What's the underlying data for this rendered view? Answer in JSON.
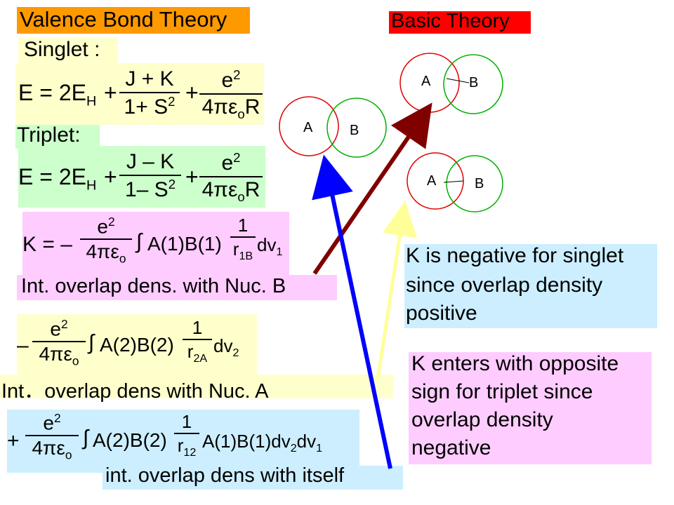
{
  "title": "Valence Bond Theory",
  "basic_theory": "Basic Theory",
  "singlet_label": "Singlet :",
  "triplet_label": "Triplet:",
  "eq_singlet": {
    "lhs": "E = 2E",
    "lhs_sub": "H",
    "plus1": "+",
    "num1": "J + K",
    "den1": "1+ S",
    "den1_sup": "2",
    "plus2": "+",
    "num2": "e",
    "num2_sup": "2",
    "den2": "4πε",
    "den2_sub": "o",
    "den2_tail": "R"
  },
  "eq_triplet": {
    "lhs": "E = 2E",
    "lhs_sub": "H",
    "plus1": "+",
    "num1": "J – K",
    "den1": "1– S",
    "den1_sup": "2",
    "plus2": "+",
    "num2": "e",
    "num2_sup": "2",
    "den2": "4πε",
    "den2_sub": "o",
    "den2_tail": "R"
  },
  "eq_k": {
    "lhs": "K = –",
    "num": "e",
    "num_sup": "2",
    "den": "4πε",
    "den_sub": "o",
    "integral": "∫",
    "body": "A(1)B(1)",
    "num3": "1",
    "den3": "r",
    "den3_sub": "1B",
    "tail": "dv",
    "tail_sub": "1"
  },
  "caption_b": "Int. overlap dens. with Nuc. B",
  "eq_a": {
    "lhs": "–",
    "num": "e",
    "num_sup": "2",
    "den": "4πε",
    "den_sub": "o",
    "integral": "∫",
    "body": "A(2)B(2)",
    "num3": "1",
    "den3": "r",
    "den3_sub": "2A",
    "tail": "dv",
    "tail_sub": "2"
  },
  "caption_a": "Int．overlap dens with Nuc. A",
  "eq_self": {
    "lhs": "+",
    "num": "e",
    "num_sup": "2",
    "den": "4πε",
    "den_sub": "o",
    "integral": "∫",
    "body": "A(2)B(2)",
    "num3": "1",
    "den3": "r",
    "den3_sub": "12",
    "tail": "A(1)B(1)dv",
    "tail_sub1": "2",
    "tail_mid": "dv",
    "tail_sub2": "1"
  },
  "caption_self": "int. overlap dens with itself",
  "note_singlet": [
    "K is negative for singlet",
    "since overlap density",
    "positive"
  ],
  "note_triplet": [
    "K enters with opposite",
    "sign for triplet since",
    "overlap density",
    "negative"
  ],
  "orbital_labels": {
    "a": "A",
    "b": "B"
  },
  "colors": {
    "orange": "#ff9900",
    "red": "#ff0000",
    "yellow": "#ffffcc",
    "green": "#ccffcc",
    "pink": "#ffccff",
    "blue": "#cceeff",
    "arrow_dark": "#800000",
    "arrow_blue": "#0000ff",
    "arrow_yellow": "#ffff99",
    "circle_red": "#e00000",
    "circle_green": "#00b000"
  }
}
